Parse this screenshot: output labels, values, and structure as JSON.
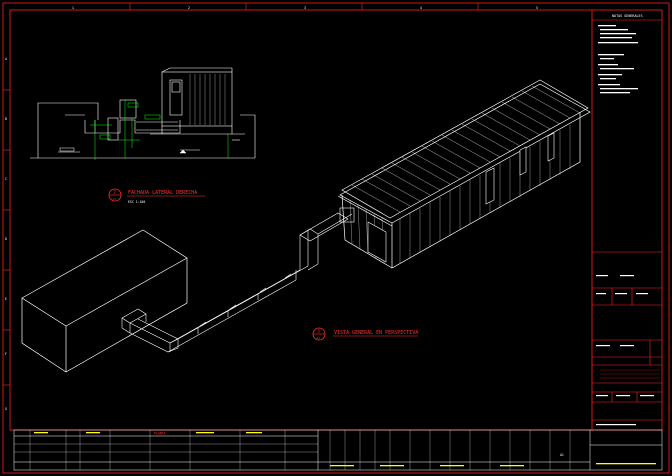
{
  "colors": {
    "background": "#000000",
    "frame": "#ff2020",
    "lines": "#ffffff",
    "dimension": "#00ff00",
    "annotation": "#ffff00"
  },
  "grid": {
    "columns": [
      "1",
      "2",
      "3",
      "4",
      "5"
    ],
    "rows": [
      "A",
      "B",
      "C",
      "D",
      "E",
      "F",
      "G"
    ]
  },
  "views": {
    "section": {
      "title": "FACHADA LATERAL DERECHA",
      "scale": "ESC 1:100",
      "marker_num": "2",
      "marker_sheet": "A1"
    },
    "perspective": {
      "title": "VISTA GENERAL EN PERSPECTIVA",
      "marker_num": "3",
      "marker_sheet": "A1"
    }
  },
  "notes": {
    "heading": "NOTAS GENERALES"
  },
  "title_block": {
    "bottom_title": "PLANTA",
    "sheet_label": "A1"
  }
}
